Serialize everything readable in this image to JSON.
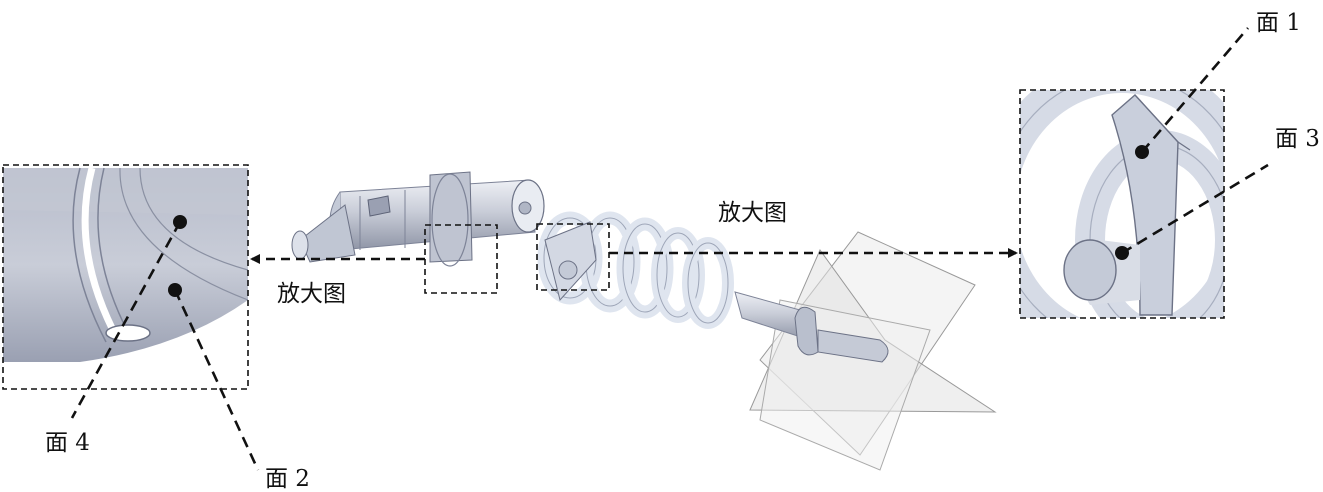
{
  "labels": {
    "face1": "面 1",
    "face2": "面 2",
    "face3": "面 3",
    "face4": "面 4",
    "zoom_left": "放大图",
    "zoom_right": "放大图"
  },
  "colors": {
    "part_fill": "#c9cdd8",
    "part_dark": "#8f95a6",
    "part_light": "#eef0f5",
    "spring": "#dde3ee",
    "plane": "#e6e6e6",
    "line": "#111111"
  }
}
